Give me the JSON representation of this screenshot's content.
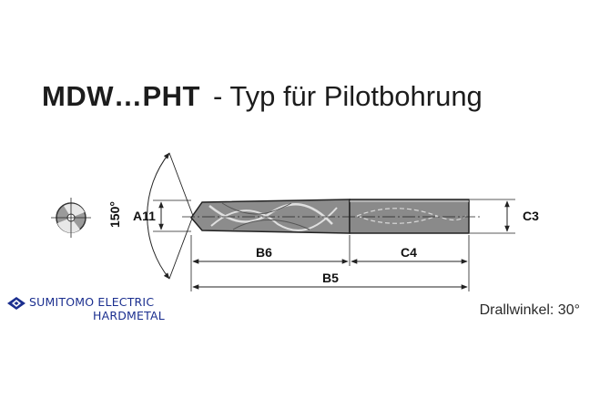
{
  "title": {
    "model": "MDW…PHT",
    "description": "- Typ  für Pilotbohrung"
  },
  "dimensions": {
    "angle": "150°",
    "a11": "A11",
    "b6": "B6",
    "c4": "C4",
    "b5": "B5",
    "c3": "C3"
  },
  "logo": {
    "line1": "SUMITOMO ELECTRIC",
    "line2": "HARDMETAL",
    "color": "#1b2f8f"
  },
  "helix_angle": "Drallwinkel: 30°",
  "colors": {
    "drill_body": "#8c8c8c",
    "drill_shank": "#8a8a8a",
    "line": "#222222"
  }
}
